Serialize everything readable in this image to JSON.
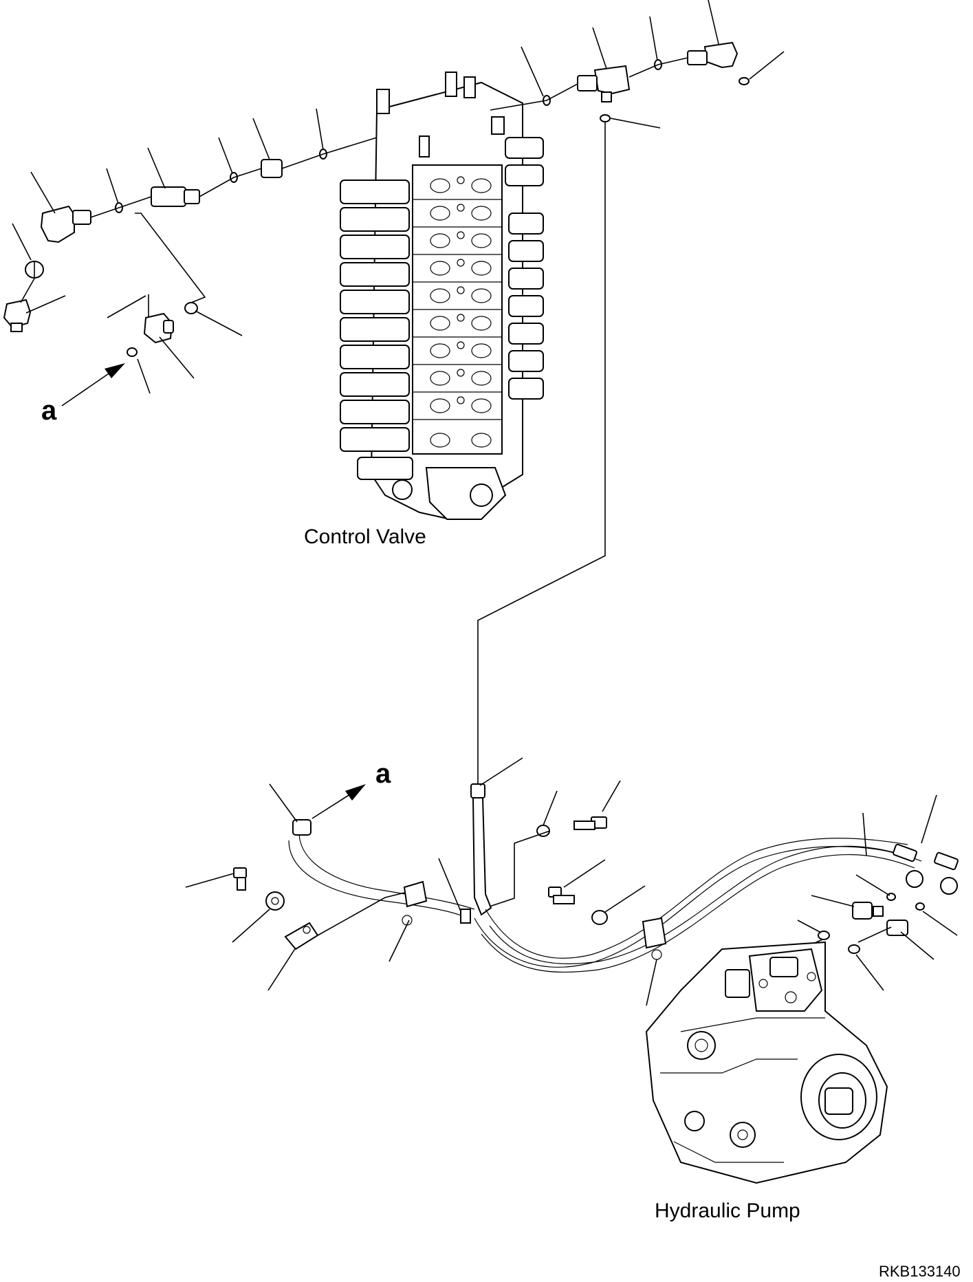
{
  "diagram": {
    "labels": {
      "control_valve": "Control Valve",
      "hydraulic_pump": "Hydraulic Pump",
      "view_marker_top": "a",
      "view_marker_bottom": "a",
      "drawing_code": "RKB133140"
    }
  }
}
